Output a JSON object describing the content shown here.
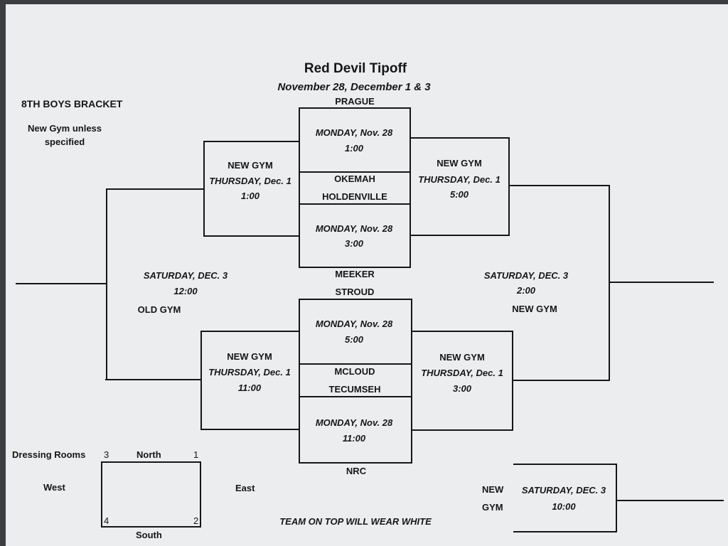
{
  "header": {
    "title": "Red Devil Tipoff",
    "dates": "November 28, December 1 &  3",
    "bracket_name": "8TH BOYS BRACKET",
    "note_line1": "New Gym unless",
    "note_line2": "specified"
  },
  "monday_games": [
    {
      "team_top": "PRAGUE",
      "team_bottom": "OKEMAH",
      "day": "MONDAY, Nov. 28",
      "time": "1:00"
    },
    {
      "team_top": "HOLDENVILLE",
      "team_bottom": "MEEKER",
      "day": "MONDAY, Nov. 28",
      "time": "3:00"
    },
    {
      "team_top": "STROUD",
      "team_bottom": "MCLOUD",
      "day": "MONDAY, Nov. 28",
      "time": "5:00"
    },
    {
      "team_top": "TECUMSEH",
      "team_bottom": "NRC",
      "day": "MONDAY, Nov. 28",
      "time": "11:00"
    }
  ],
  "thursday_games": {
    "top_left": {
      "gym": "NEW GYM",
      "day": "THURSDAY, Dec. 1",
      "time": "1:00"
    },
    "top_right": {
      "gym": "NEW GYM",
      "day": "THURSDAY, Dec. 1",
      "time": "5:00"
    },
    "bottom_left": {
      "gym": "NEW GYM",
      "day": "THURSDAY, Dec. 1",
      "time": "11:00"
    },
    "bottom_right": {
      "gym": "NEW GYM",
      "day": "THURSDAY, Dec. 1",
      "time": "3:00"
    }
  },
  "saturday_games": {
    "left": {
      "day": "SATURDAY, DEC. 3",
      "time": "12:00",
      "gym": "OLD GYM"
    },
    "right": {
      "day": "SATURDAY, DEC. 3",
      "time": "2:00",
      "gym": "NEW GYM"
    },
    "consolation": {
      "gym_line1": "NEW",
      "gym_line2": "GYM",
      "day": "SATURDAY, DEC. 3",
      "time": "10:00"
    }
  },
  "dressing_rooms": {
    "label": "Dressing Rooms",
    "north": "North",
    "south": "South",
    "east": "East",
    "west": "West",
    "room_3": "3",
    "room_1": "1",
    "room_4": "4",
    "room_2": "2"
  },
  "footer_note": "TEAM ON TOP WILL WEAR WHITE"
}
